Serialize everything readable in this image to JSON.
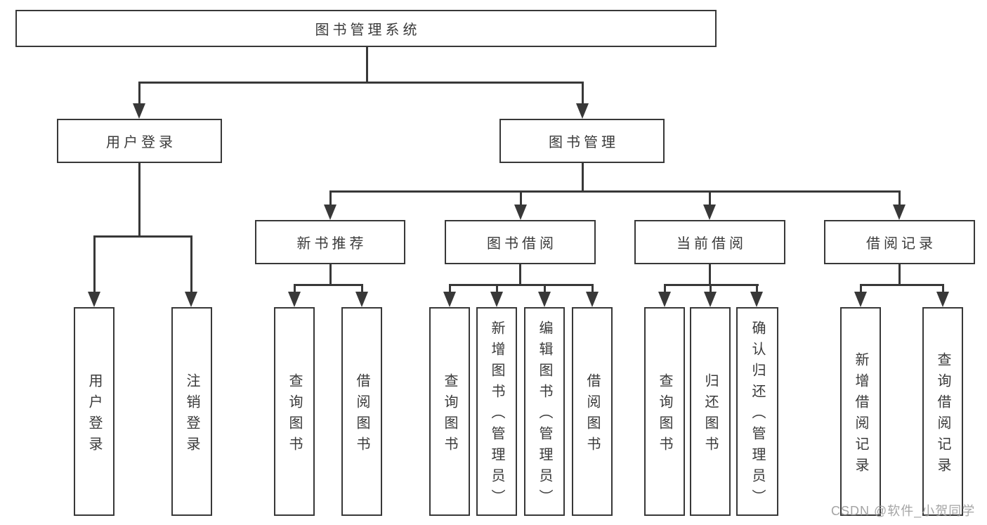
{
  "diagram_type": "hierarchy-structure-chart",
  "colors": {
    "line": "#383838",
    "box_background": "#ffffff",
    "page_background": "#ffffff",
    "text": "#3a3a3a",
    "watermark": "#9b9b9b"
  },
  "nodes": {
    "root": "图书管理系统",
    "user_login": "用户登录",
    "book_mgmt": "图书管理",
    "new_books": "新书推荐",
    "book_borrow": "图书借阅",
    "current_borrow": "当前借阅",
    "borrow_records": "借阅记录",
    "leaves": {
      "user_login": [
        "用户登录",
        "注销登录"
      ],
      "new_books": [
        "查询图书",
        "借阅图书"
      ],
      "book_borrow": [
        "查询图书",
        "新增图书（管理员）",
        "编辑图书（管理员）",
        "借阅图书"
      ],
      "current_borrow": [
        "查询图书",
        "归还图书",
        "确认归还（管理员）"
      ],
      "borrow_records": [
        "新增借阅记录",
        "查询借阅记录"
      ]
    }
  },
  "watermark": "CSDN @软件_小贺同学"
}
